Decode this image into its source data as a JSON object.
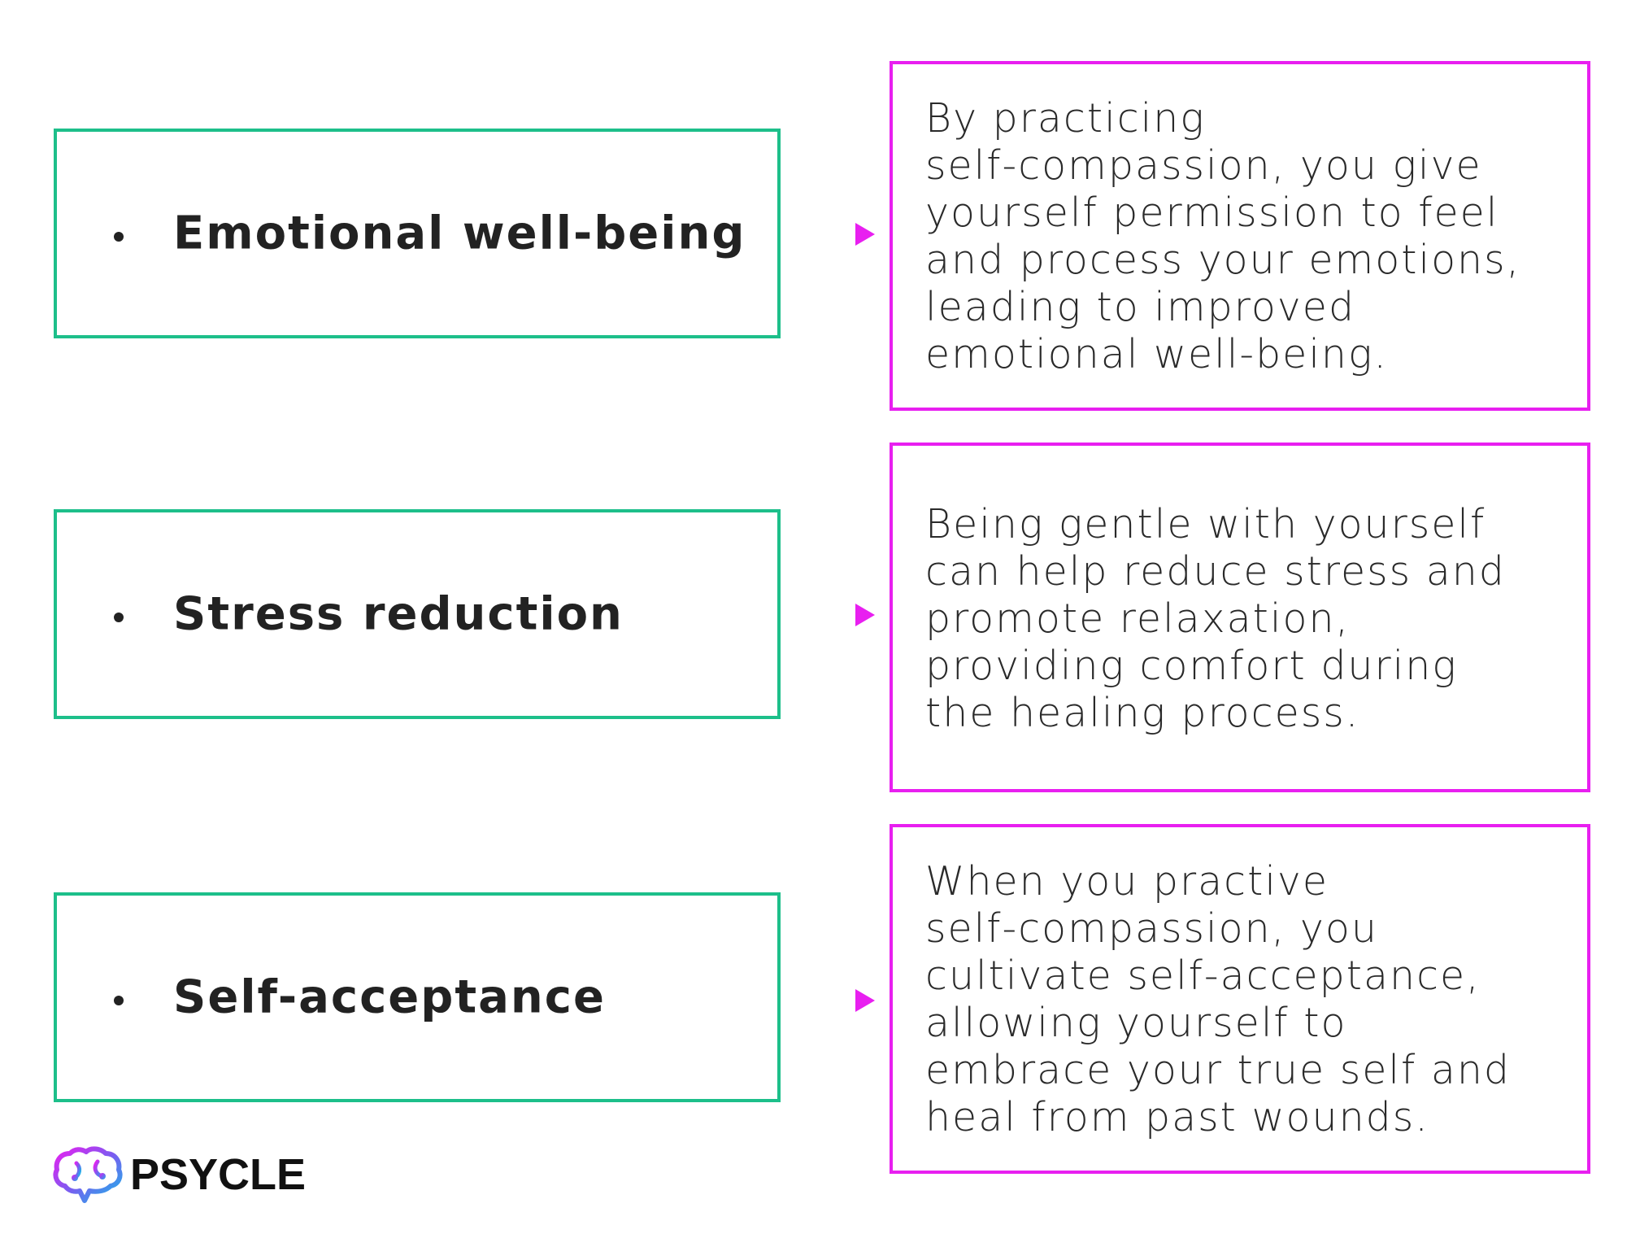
{
  "items": [
    {
      "label": "Emotional well-being",
      "description": "By practicing\nself-compassion, you give\nyourself permission to feel\nand process your emotions,\nleading to improved\nemotional well-being."
    },
    {
      "label": "Stress reduction",
      "description": "Being gentle with yourself\ncan help reduce stress and\npromote relaxation,\nproviding comfort during\nthe healing process."
    },
    {
      "label": "Self-acceptance",
      "description": "When you practive\nself-compassion, you\ncultivate self-acceptance,\nallowing yourself to\nembrace your true self and\nheal from past wounds."
    }
  ],
  "logo": {
    "text": "PSYCLE",
    "icon": "brain-icon"
  },
  "colors": {
    "left_border": "#1dbf8a",
    "right_border": "#e81ff0",
    "arrow_start": "#1dbf8a",
    "arrow_end": "#e81ff0",
    "text": "#222222"
  }
}
